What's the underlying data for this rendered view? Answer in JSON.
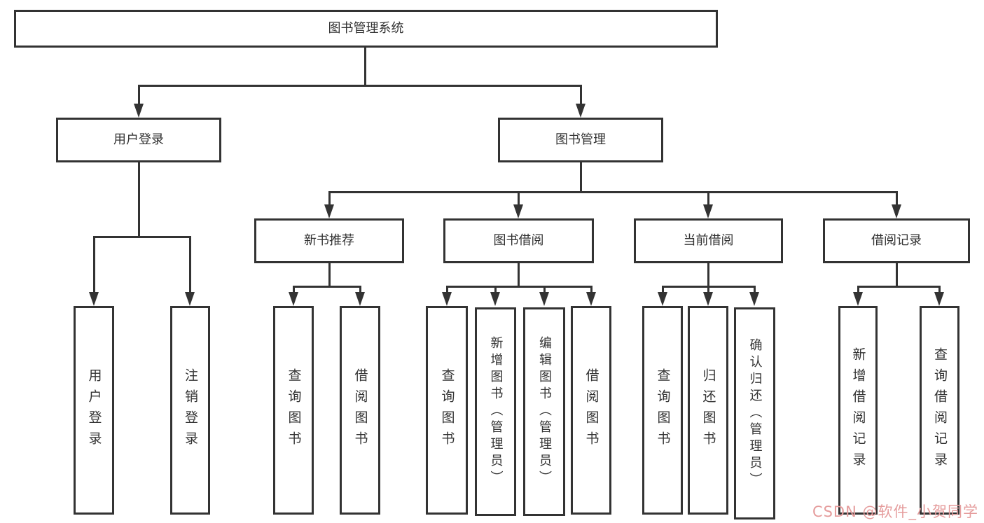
{
  "diagram_title": "图书管理系统",
  "colors": {
    "line": "#333333",
    "box_border": "#333333",
    "text": "#333333",
    "background": "#ffffff",
    "watermark": "#e59c9c"
  },
  "tree": {
    "root": {
      "label": "图书管理系统"
    },
    "children": [
      {
        "label": "用户登录",
        "children": [
          {
            "label": "用户登录"
          },
          {
            "label": "注销登录"
          }
        ]
      },
      {
        "label": "图书管理",
        "children": [
          {
            "label": "新书推荐",
            "children": [
              {
                "label": "查询图书"
              },
              {
                "label": "借阅图书"
              }
            ]
          },
          {
            "label": "图书借阅",
            "children": [
              {
                "label": "查询图书"
              },
              {
                "label": "新增图书（管理员）"
              },
              {
                "label": "编辑图书（管理员）"
              },
              {
                "label": "借阅图书"
              }
            ]
          },
          {
            "label": "当前借阅",
            "children": [
              {
                "label": "查询图书"
              },
              {
                "label": "归还图书"
              },
              {
                "label": "确认归还（管理员）"
              }
            ]
          },
          {
            "label": "借阅记录",
            "children": [
              {
                "label": "新增借阅记录"
              },
              {
                "label": "查询借阅记录"
              }
            ]
          }
        ]
      }
    ]
  },
  "watermark": {
    "text": "CSDN @软件_小贺同学"
  }
}
